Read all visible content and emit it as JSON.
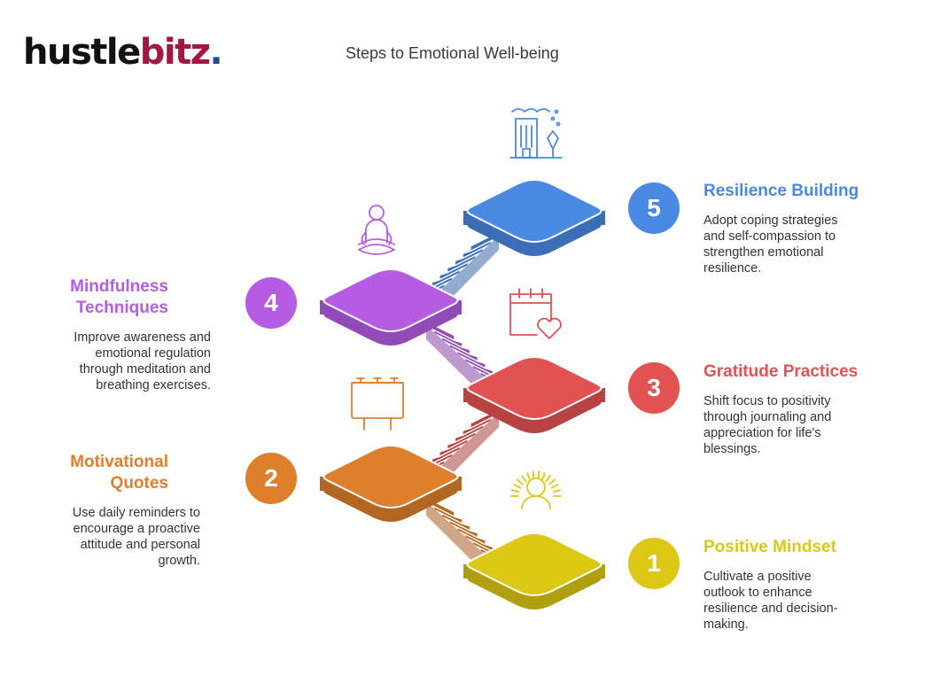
{
  "brand": {
    "part1": "hustle",
    "part2": "bitz",
    "part3": "."
  },
  "title": "Steps to Emotional Well-being",
  "colors": {
    "yellow": "#dcc814",
    "orange": "#de7f2b",
    "red": "#e35252",
    "purple": "#b55ce3",
    "blue": "#4a89e3"
  },
  "steps": [
    {
      "number": "1",
      "title": "Positive Mindset",
      "description": "Cultivate a positive outlook to enhance resilience and decision-making.",
      "icon": "sun-person-icon"
    },
    {
      "number": "2",
      "title": "Motivational Quotes",
      "description": "Use daily reminders to encourage a proactive attitude and personal growth.",
      "icon": "billboard-ad-icon"
    },
    {
      "number": "3",
      "title": "Gratitude Practices",
      "description": "Shift focus to positivity through journaling and appreciation for life's blessings.",
      "icon": "calendar-heart-icon"
    },
    {
      "number": "4",
      "title": "Mindfulness Techniques",
      "description": "Improve awareness and emotional regulation through meditation and breathing exercises.",
      "icon": "meditation-icon"
    },
    {
      "number": "5",
      "title": "Resilience Building",
      "description": "Adopt coping strategies and self-compassion to strengthen emotional resilience.",
      "icon": "city-weather-icon"
    }
  ]
}
